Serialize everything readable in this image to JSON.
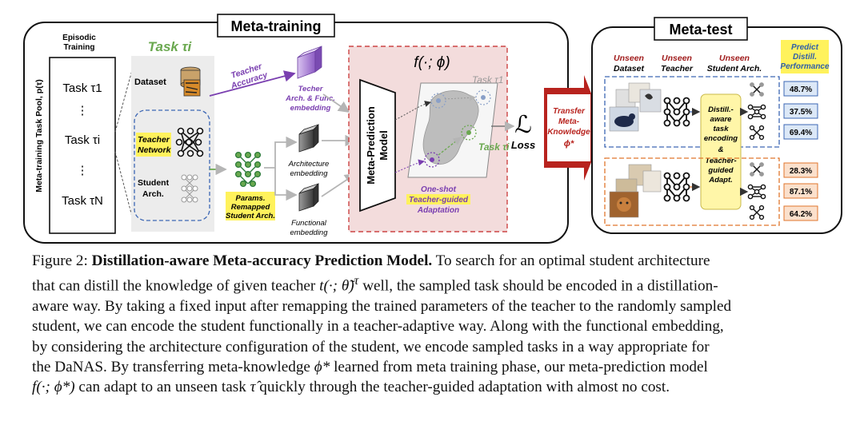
{
  "meta_training": {
    "title": "Meta-training",
    "episodic_training": "Episodic Training",
    "pool_label": "Meta-training Task Pool, p(τ)",
    "tasks": [
      "Task τ1",
      "⋮",
      "Task τi",
      "⋮",
      "Task τN"
    ],
    "task_header": "Task τi",
    "dataset": "Dataset",
    "teacher": "Teacher",
    "network": "Network",
    "student": "Student",
    "arch": "Arch.",
    "teacher_accuracy_1": "Teacher",
    "teacher_accuracy_2": "Accuracy",
    "techer_embed_1": "Techer",
    "techer_embed_2": "Arch. & Func.",
    "techer_embed_3": "embedding",
    "params_1": "Params.",
    "params_2": "Remapped",
    "params_3": "Student Arch.",
    "arch_embed_1": "Architecture",
    "arch_embed_2": "embedding",
    "func_embed_1": "Functional",
    "func_embed_2": "embedding",
    "f_phi": "f(·; ϕ)",
    "meta_model_1": "Meta-Prediction",
    "meta_model_2": "Model",
    "task_t1": "Task τ1",
    "task_ti": "Task τi",
    "oneshot_1": "One-shot",
    "oneshot_2": "Teacher-guided",
    "oneshot_3": "Adaptation",
    "loss_symbol": "ℒ",
    "loss": "Loss"
  },
  "transfer": {
    "line1": "Transfer",
    "line2": "Meta-",
    "line3": "Knowledge",
    "line4": "ϕ*"
  },
  "meta_test": {
    "title": "Meta-test",
    "unseen": "Unseen",
    "dataset": "Dataset",
    "teacher": "Teacher",
    "student_arch": "Student Arch.",
    "predict_1": "Predict",
    "predict_2": "Distill.",
    "predict_3": "Performance",
    "center_box": [
      "Distill.-",
      "aware",
      "task",
      "encoding",
      "&",
      "Teacher-",
      "guided",
      "Adapt."
    ],
    "blue_values": [
      "48.7%",
      "37.5%",
      "69.4%"
    ],
    "orange_values": [
      "28.3%",
      "87.1%",
      "64.2%"
    ]
  },
  "caption": {
    "fig_label": "Figure 2:",
    "fig_title": "Distillation-aware Meta-accuracy Prediction Model.",
    "l1_rest": "To search for an optimal student architecture",
    "l2a": "that can distill the knowledge of given teacher",
    "l2_math": "t(·; θ̃)",
    "l2_sup": "τ",
    "l2b": "well, the sampled task should be encoded in a distillation-",
    "l3": "aware way. By taking a fixed input after remapping the trained parameters of the teacher to the randomly sampled",
    "l4": "student, we can encode the student functionally in a teacher-adaptive way. Along with the functional embedding,",
    "l5": "by considering the architecture configuration of the student, we encode sampled tasks in a way appropriate for",
    "l6a": "the DaNAS. By transferring meta-knowledge",
    "l6_math": "ϕ*",
    "l6b": "learned from meta training phase, our meta-prediction model",
    "l7_math": "f(·; ϕ*)",
    "l7a": "can adapt to an unseen task",
    "l7_math2": "τ̂",
    "l7b": "quickly through the teacher-guided adaptation with almost no cost."
  }
}
